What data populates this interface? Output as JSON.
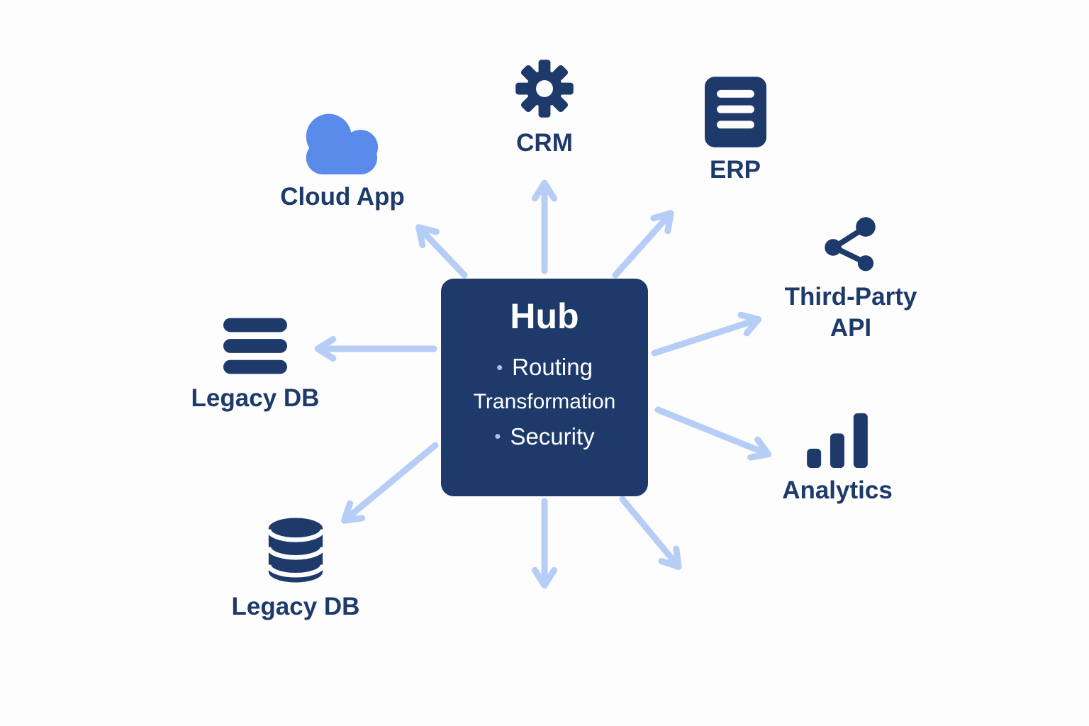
{
  "colors": {
    "navy": "#1e3a6b",
    "arrow": "#b6cdf6",
    "cloud_blue": "#5b8bea",
    "background": "#fdfdfd",
    "hub_text": "#ffffff"
  },
  "hub": {
    "title": "Hub",
    "bullet": "•",
    "items": [
      "Routing",
      "Transformation",
      "Security"
    ]
  },
  "nodes": [
    {
      "id": "cloud-app",
      "label": "Cloud App",
      "icon": "cloud-icon"
    },
    {
      "id": "crm",
      "label": "CRM",
      "icon": "gear-icon"
    },
    {
      "id": "erp",
      "label": "ERP",
      "icon": "document-icon"
    },
    {
      "id": "third-party-api",
      "label": "Third-Party API",
      "icon": "share-icon"
    },
    {
      "id": "analytics",
      "label": "Analytics",
      "icon": "bar-chart-icon"
    },
    {
      "id": "legacy-db-left",
      "label": "Legacy DB",
      "icon": "database-stack-icon"
    },
    {
      "id": "legacy-db-bottom",
      "label": "Legacy DB",
      "icon": "database-cylinder-icon"
    }
  ]
}
